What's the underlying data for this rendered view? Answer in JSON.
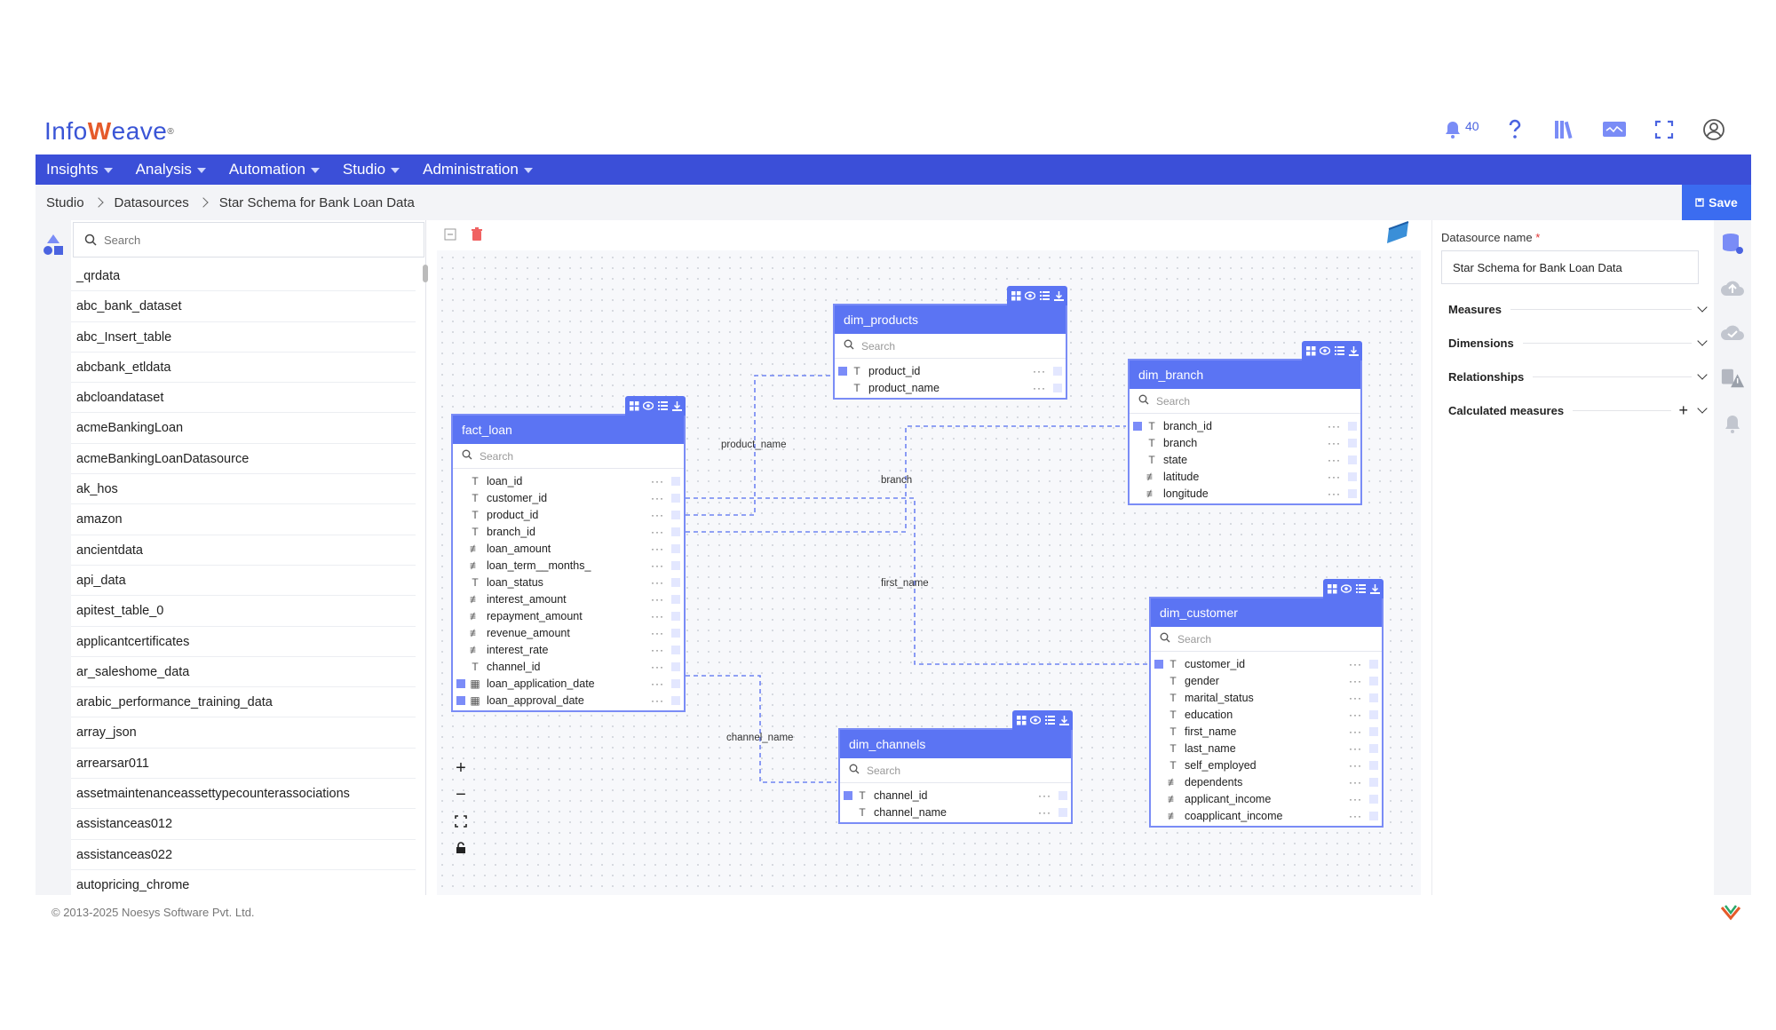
{
  "header": {
    "logo_prefix": "Info",
    "logo_w": "W",
    "logo_suffix": "eave",
    "notifications_count": "40"
  },
  "nav": [
    "Insights",
    "Analysis",
    "Automation",
    "Studio",
    "Administration"
  ],
  "breadcrumb": [
    "Studio",
    "Datasources",
    "Star Schema for Bank Loan Data"
  ],
  "toolbar": {
    "save_label": "Save"
  },
  "datasource_search": {
    "placeholder": "Search"
  },
  "datasources": [
    "_qrdata",
    "abc_bank_dataset",
    "abc_Insert_table",
    "abcbank_etldata",
    "abcloandataset",
    "acmeBankingLoan",
    "acmeBankingLoanDatasource",
    "ak_hos",
    "amazon",
    "ancientdata",
    "api_data",
    "apitest_table_0",
    "applicantcertificates",
    "ar_saleshome_data",
    "arabic_performance_training_data",
    "array_json",
    "arrearsar011",
    "assetmaintenanceassettypecounterassociations",
    "assistanceas012",
    "assistanceas022",
    "autopricing_chrome"
  ],
  "tables": {
    "fact_loan": {
      "title": "fact_loan",
      "search": "Search",
      "columns": [
        {
          "name": "loan_id",
          "type": "T",
          "key": false
        },
        {
          "name": "customer_id",
          "type": "T",
          "key": false
        },
        {
          "name": "product_id",
          "type": "T",
          "key": false
        },
        {
          "name": "branch_id",
          "type": "T",
          "key": false
        },
        {
          "name": "loan_amount",
          "type": "#",
          "key": false
        },
        {
          "name": "loan_term__months_",
          "type": "#",
          "key": false
        },
        {
          "name": "loan_status",
          "type": "T",
          "key": false
        },
        {
          "name": "interest_amount",
          "type": "#",
          "key": false
        },
        {
          "name": "repayment_amount",
          "type": "#",
          "key": false
        },
        {
          "name": "revenue_amount",
          "type": "#",
          "key": false
        },
        {
          "name": "interest_rate",
          "type": "#",
          "key": false
        },
        {
          "name": "channel_id",
          "type": "T",
          "key": false
        },
        {
          "name": "loan_application_date",
          "type": "D",
          "key": true
        },
        {
          "name": "loan_approval_date",
          "type": "D",
          "key": true
        }
      ]
    },
    "dim_products": {
      "title": "dim_products",
      "search": "Search",
      "columns": [
        {
          "name": "product_id",
          "type": "T",
          "key": true
        },
        {
          "name": "product_name",
          "type": "T",
          "key": false
        }
      ]
    },
    "dim_branch": {
      "title": "dim_branch",
      "search": "Search",
      "columns": [
        {
          "name": "branch_id",
          "type": "T",
          "key": true
        },
        {
          "name": "branch",
          "type": "T",
          "key": false
        },
        {
          "name": "state",
          "type": "T",
          "key": false
        },
        {
          "name": "latitude",
          "type": "#",
          "key": false
        },
        {
          "name": "longitude",
          "type": "#",
          "key": false
        }
      ]
    },
    "dim_customer": {
      "title": "dim_customer",
      "search": "Search",
      "columns": [
        {
          "name": "customer_id",
          "type": "T",
          "key": true
        },
        {
          "name": "gender",
          "type": "T",
          "key": false
        },
        {
          "name": "marital_status",
          "type": "T",
          "key": false
        },
        {
          "name": "education",
          "type": "T",
          "key": false
        },
        {
          "name": "first_name",
          "type": "T",
          "key": false
        },
        {
          "name": "last_name",
          "type": "T",
          "key": false
        },
        {
          "name": "self_employed",
          "type": "T",
          "key": false
        },
        {
          "name": "dependents",
          "type": "#",
          "key": false
        },
        {
          "name": "applicant_income",
          "type": "#",
          "key": false
        },
        {
          "name": "coapplicant_income",
          "type": "#",
          "key": false
        }
      ]
    },
    "dim_channels": {
      "title": "dim_channels",
      "search": "Search",
      "columns": [
        {
          "name": "channel_id",
          "type": "T",
          "key": true
        },
        {
          "name": "channel_name",
          "type": "T",
          "key": false
        }
      ]
    }
  },
  "relationships": {
    "product": "product_name",
    "branch": "branch",
    "customer": "first_name",
    "channel": "channel_name"
  },
  "right_panel": {
    "name_label": "Datasource name",
    "required_mark": "*",
    "name_value": "Star Schema for Bank Loan Data",
    "sections": [
      "Measures",
      "Dimensions",
      "Relationships",
      "Calculated measures"
    ]
  },
  "footer": {
    "copyright": "© 2013-2025 Noesys Software Pvt. Ltd."
  },
  "colors": {
    "primary": "#3b4fd8",
    "table_header": "#5b74f3",
    "accent": "#3b6cf0"
  }
}
